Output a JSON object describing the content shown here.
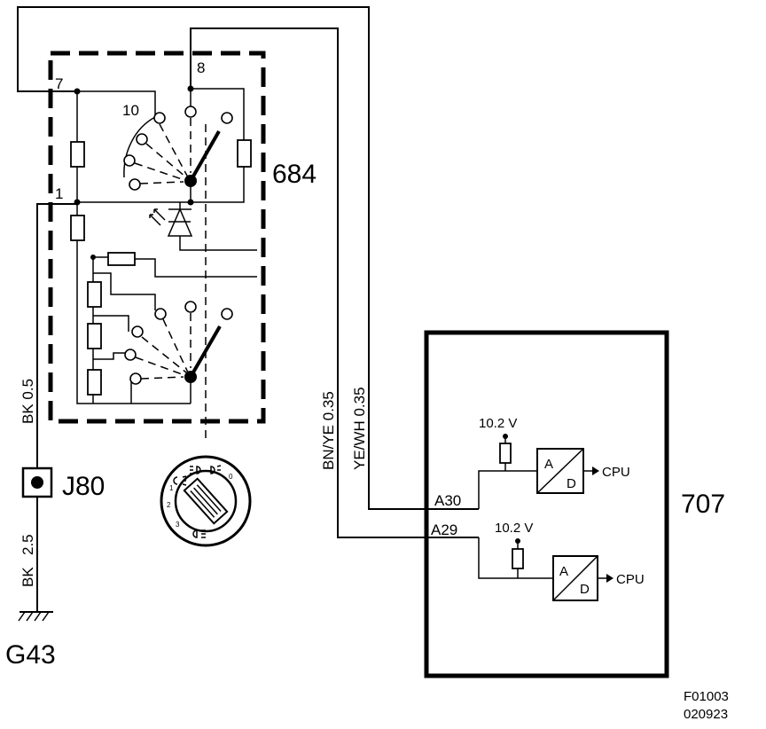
{
  "components": {
    "switch_unit": "684",
    "control_module": "707",
    "connector": "J80",
    "ground": "G43"
  },
  "pins": {
    "pin_7": "7",
    "pin_8": "8",
    "pin_10": "10",
    "pin_1": "1",
    "a30": "A30",
    "a29": "A29"
  },
  "wires": {
    "ground_upper": "BK 0.5",
    "ground_lower_gauge": "2.5",
    "ground_lower_color": "BK",
    "bn_ye": "BN/YE  0.35",
    "ye_wh": "YE/WH  0.35"
  },
  "module": {
    "supply_1": "10.2 V",
    "supply_2": "10.2 V",
    "adc_a": "A",
    "adc_d": "D",
    "cpu_1": "CPU",
    "cpu_2": "CPU"
  },
  "knob": {
    "labels": [
      "0",
      "1",
      "2",
      "3"
    ]
  },
  "footer": {
    "code": "F01003",
    "date": "020923"
  }
}
